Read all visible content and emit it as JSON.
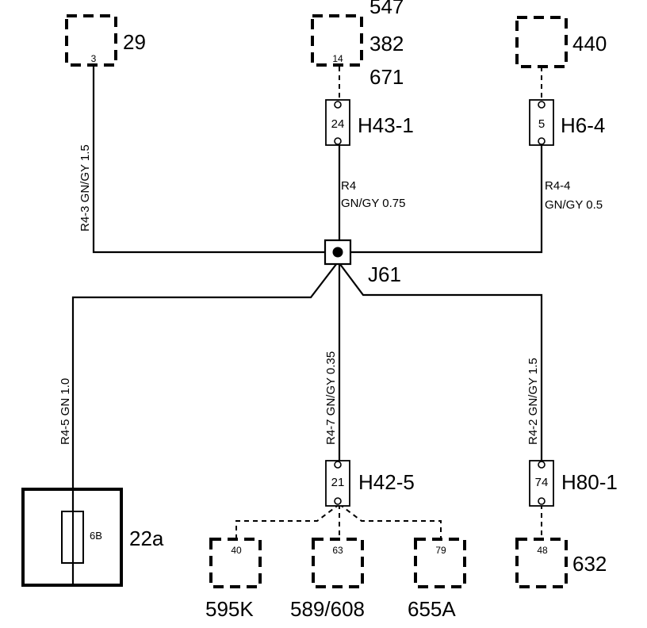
{
  "components": {
    "c29": {
      "pin": "3",
      "label": "29"
    },
    "c382": {
      "pin": "14",
      "label_top": "547",
      "label_mid": "382",
      "label_bot": "671"
    },
    "c440": {
      "label": "440"
    },
    "c595": {
      "pin": "40",
      "label": "595K"
    },
    "c589": {
      "pin": "63",
      "label": "589/608"
    },
    "c655": {
      "pin": "79",
      "label": "655A"
    },
    "c632": {
      "pin": "48",
      "label": "632"
    },
    "fuse": {
      "pin": "6B",
      "label": "22a"
    }
  },
  "connectors": {
    "h43": {
      "pin": "24",
      "label": "H43-1"
    },
    "h6": {
      "pin": "5",
      "label": "H6-4"
    },
    "h42": {
      "pin": "21",
      "label": "H42-5"
    },
    "h80": {
      "pin": "74",
      "label": "H80-1"
    }
  },
  "junction": {
    "label": "J61"
  },
  "wires": {
    "r4_3": {
      "text": "R4-3  GN/GY  1.5"
    },
    "r4": {
      "line1": "R4",
      "line2": "GN/GY  0.75"
    },
    "r4_4": {
      "line1": "R4-4",
      "line2": "GN/GY  0.5"
    },
    "r4_5": {
      "text": "R4-5  GN  1.0"
    },
    "r4_7": {
      "text": "R4-7  GN/GY  0.35"
    },
    "r4_2": {
      "text": "R4-2  GN/GY  1.5"
    }
  }
}
